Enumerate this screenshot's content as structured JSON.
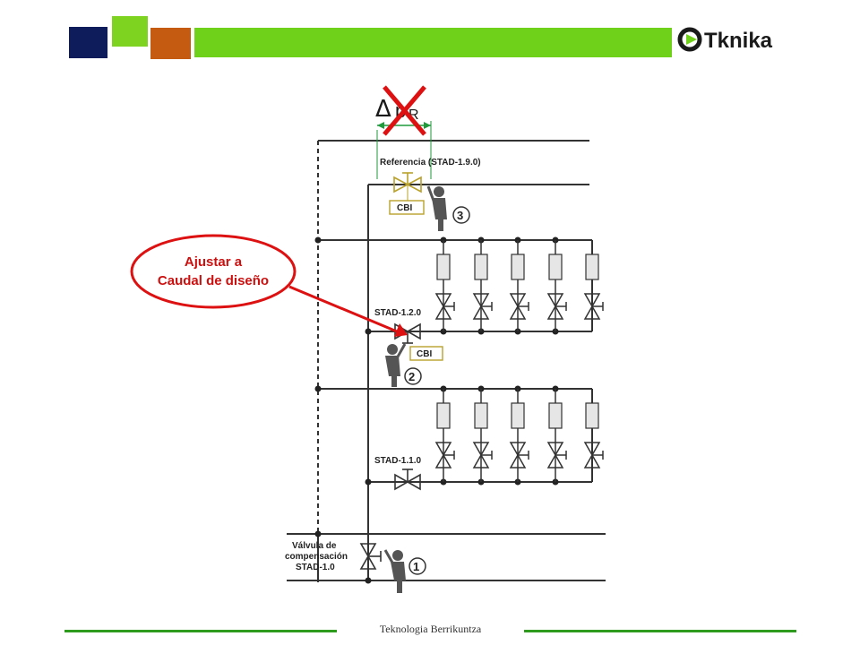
{
  "header": {
    "logo_text": "Tknika",
    "colors": {
      "navy": "#0f1c5c",
      "green": "#7ed321",
      "orange": "#c55a11",
      "band": "#6fd11a",
      "logo": "#1a1a1a"
    }
  },
  "diagram": {
    "delta_symbol": "Δ",
    "delta_label_main": "p",
    "delta_label_sub": "R",
    "reference_label": "Referencia (STAD-1.9.0)",
    "cbi_label_top": "CBI",
    "cbi_label_mid": "CBI",
    "stad_120_label": "STAD-1.2.0",
    "stad_110_label": "STAD-1.1.0",
    "comp_valve_line1": "Válvula de",
    "comp_valve_line2": "compensación",
    "comp_valve_line3": "STAD-1.0",
    "step_1": "1",
    "step_2": "2",
    "step_3": "3",
    "callout_line1": "Ajustar a",
    "callout_line2": "Caudal de diseño",
    "colors": {
      "callout": "#dd1111",
      "ref_valve": "#b9a12a",
      "pipe": "#333333",
      "arrow_green": "#1f9a3a"
    }
  },
  "footer": {
    "text": "Teknologia Berrikuntza"
  }
}
